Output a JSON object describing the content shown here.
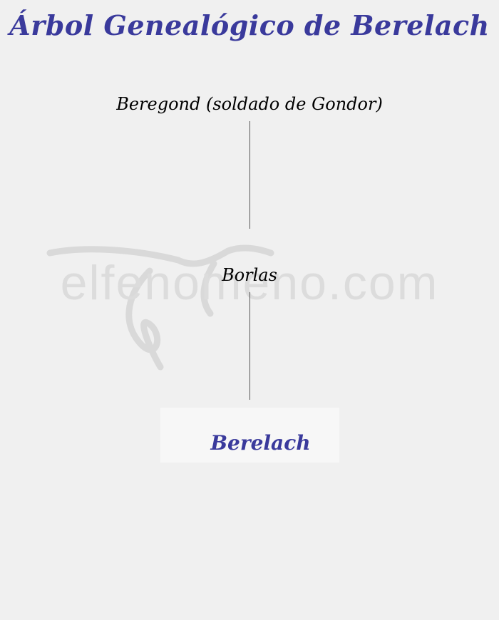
{
  "title": "Árbol Genealógico de Berelach",
  "watermark": {
    "text": "elfenomeno.com"
  },
  "tree": {
    "generations": [
      {
        "name": "Beregond (soldado de Gondor)"
      },
      {
        "name": "Borlas"
      },
      {
        "name": "Berelach"
      }
    ]
  },
  "colors": {
    "title": "#3a3a9c",
    "highlight": "#3a3a9c",
    "background": "#f0f0f0",
    "connector": "#555555"
  }
}
